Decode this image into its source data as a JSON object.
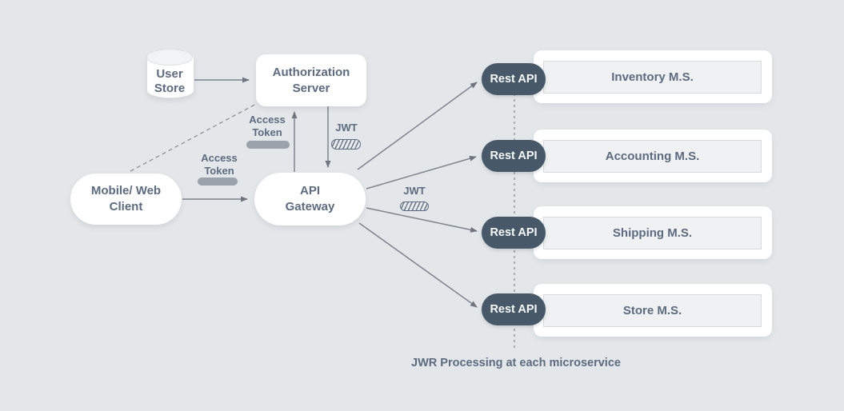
{
  "diagram": {
    "caption": "JWR Processing at each microservice",
    "nodes": {
      "user_store": {
        "line1": "User",
        "line2": "Store"
      },
      "auth_server": {
        "line1": "Authorization",
        "line2": "Server"
      },
      "mobile_client": {
        "line1": "Mobile/ Web",
        "line2": "Client"
      },
      "api_gateway": {
        "line1": "API",
        "line2": "Gateway"
      }
    },
    "labels": {
      "access_token_upper": {
        "line1": "Access",
        "line2": "Token"
      },
      "access_token_lower": {
        "line1": "Access",
        "line2": "Token"
      },
      "jwt_upper": "JWT",
      "jwt_lower": "JWT"
    },
    "rest_api_label": "Rest API",
    "services": [
      {
        "label": "Inventory M.S."
      },
      {
        "label": "Accounting M.S."
      },
      {
        "label": "Shipping M.S."
      },
      {
        "label": "Store M.S."
      }
    ],
    "colors": {
      "background": "#e3e7e9",
      "node_fill": "#ffffff",
      "text": "#5c6b80",
      "rest_pill_fill": "#475969",
      "rest_pill_text": "#f6f8f9",
      "arrow": "#7d848e",
      "token_pill": "#9aa2ac",
      "card_inner_fill": "#eff1f2",
      "card_inner_border": "#d8dbde"
    }
  }
}
